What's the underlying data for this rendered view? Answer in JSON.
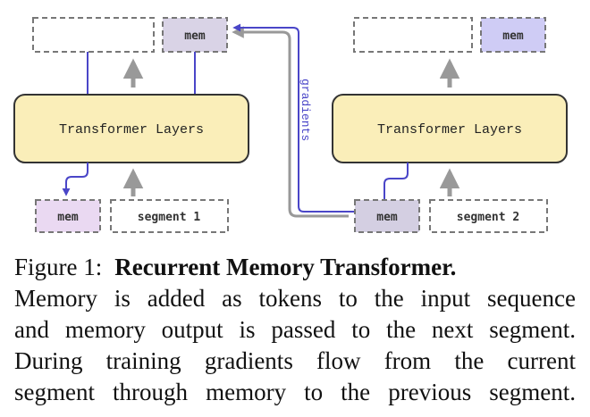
{
  "diagram": {
    "left_model": {
      "layers_label": "Transformer Layers",
      "output_mem_label": "mem",
      "input_mem_label": "mem",
      "input_segment_label": "segment 1"
    },
    "right_model": {
      "layers_label": "Transformer Layers",
      "output_mem_label": "mem",
      "input_mem_label": "mem",
      "input_segment_label": "segment 2"
    },
    "gradients_label": "gradients",
    "colors": {
      "layers_fill": "#faeeb9",
      "layers_stroke": "#333333",
      "mem_output_fill": "#d9d3e6",
      "mem_output_right_fill": "#cfccf5",
      "mem_input_left_fill": "#ead9f2",
      "mem_input_right_fill": "#d4cfe2",
      "memory_arrow": "#4a46c8",
      "gradient_arrow": "#999999",
      "data_arrow": "#9a9a9a"
    }
  },
  "caption": {
    "figure_label": "Figure 1:",
    "title": "Recurrent Memory Transformer.",
    "lines": [
      "Memory is added as tokens to the input sequence",
      "and memory output is passed to the next segment.",
      "During training gradients flow from the current",
      "segment through memory to the previous segment."
    ]
  }
}
